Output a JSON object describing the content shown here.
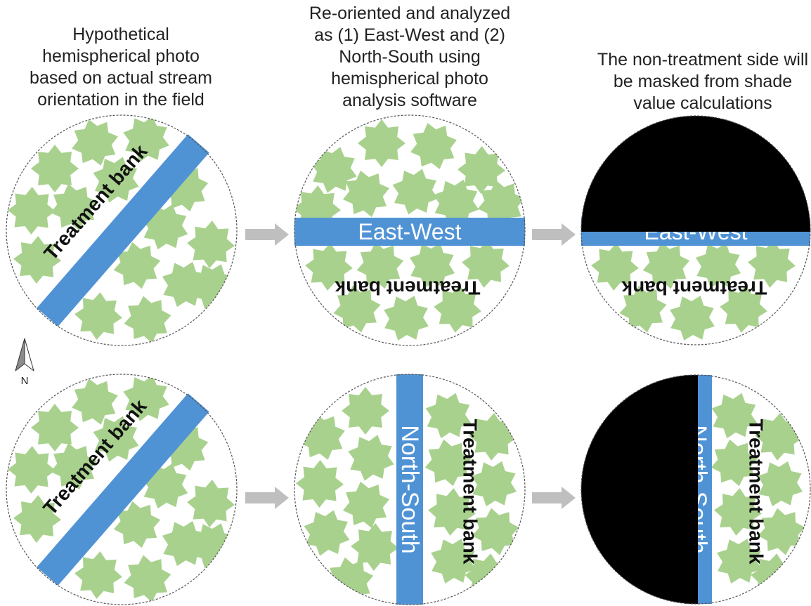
{
  "captions": {
    "field_photo": [
      "Hypothetical",
      "hemispherical photo",
      "based on actual stream",
      "orientation in the field"
    ],
    "reoriented": [
      "Re-oriented and analyzed",
      "as (1) East-West and (2)",
      "North-South using",
      "hemispherical photo",
      "analysis software"
    ],
    "masked": [
      "The non-treatment side will",
      "be masked from shade",
      "value calculations"
    ]
  },
  "rows": [
    {
      "field_photo": {
        "bank_label": "Treatment bank"
      },
      "reoriented": {
        "stream_label": "East-West",
        "bank_label": "Treatment bank"
      },
      "masked": {
        "stream_label": "East-West",
        "bank_label": "Treatment bank"
      }
    },
    {
      "field_photo": {
        "bank_label": "Treatment bank"
      },
      "reoriented": {
        "stream_label": "North-South",
        "bank_label": "Treatment bank"
      },
      "masked": {
        "stream_label": "North-South",
        "bank_label": "Treatment bank"
      }
    }
  ],
  "north_arrow": {
    "label": "N"
  },
  "icons": {
    "north": "north-arrow-icon",
    "step": "right-arrow-icon",
    "canopy": "eight-point-star"
  },
  "colors": {
    "stream": "#5093d5",
    "canopy": "#a9d18e",
    "mask": "#000000",
    "arrow": "#bfbfbf",
    "text": "#222222"
  }
}
